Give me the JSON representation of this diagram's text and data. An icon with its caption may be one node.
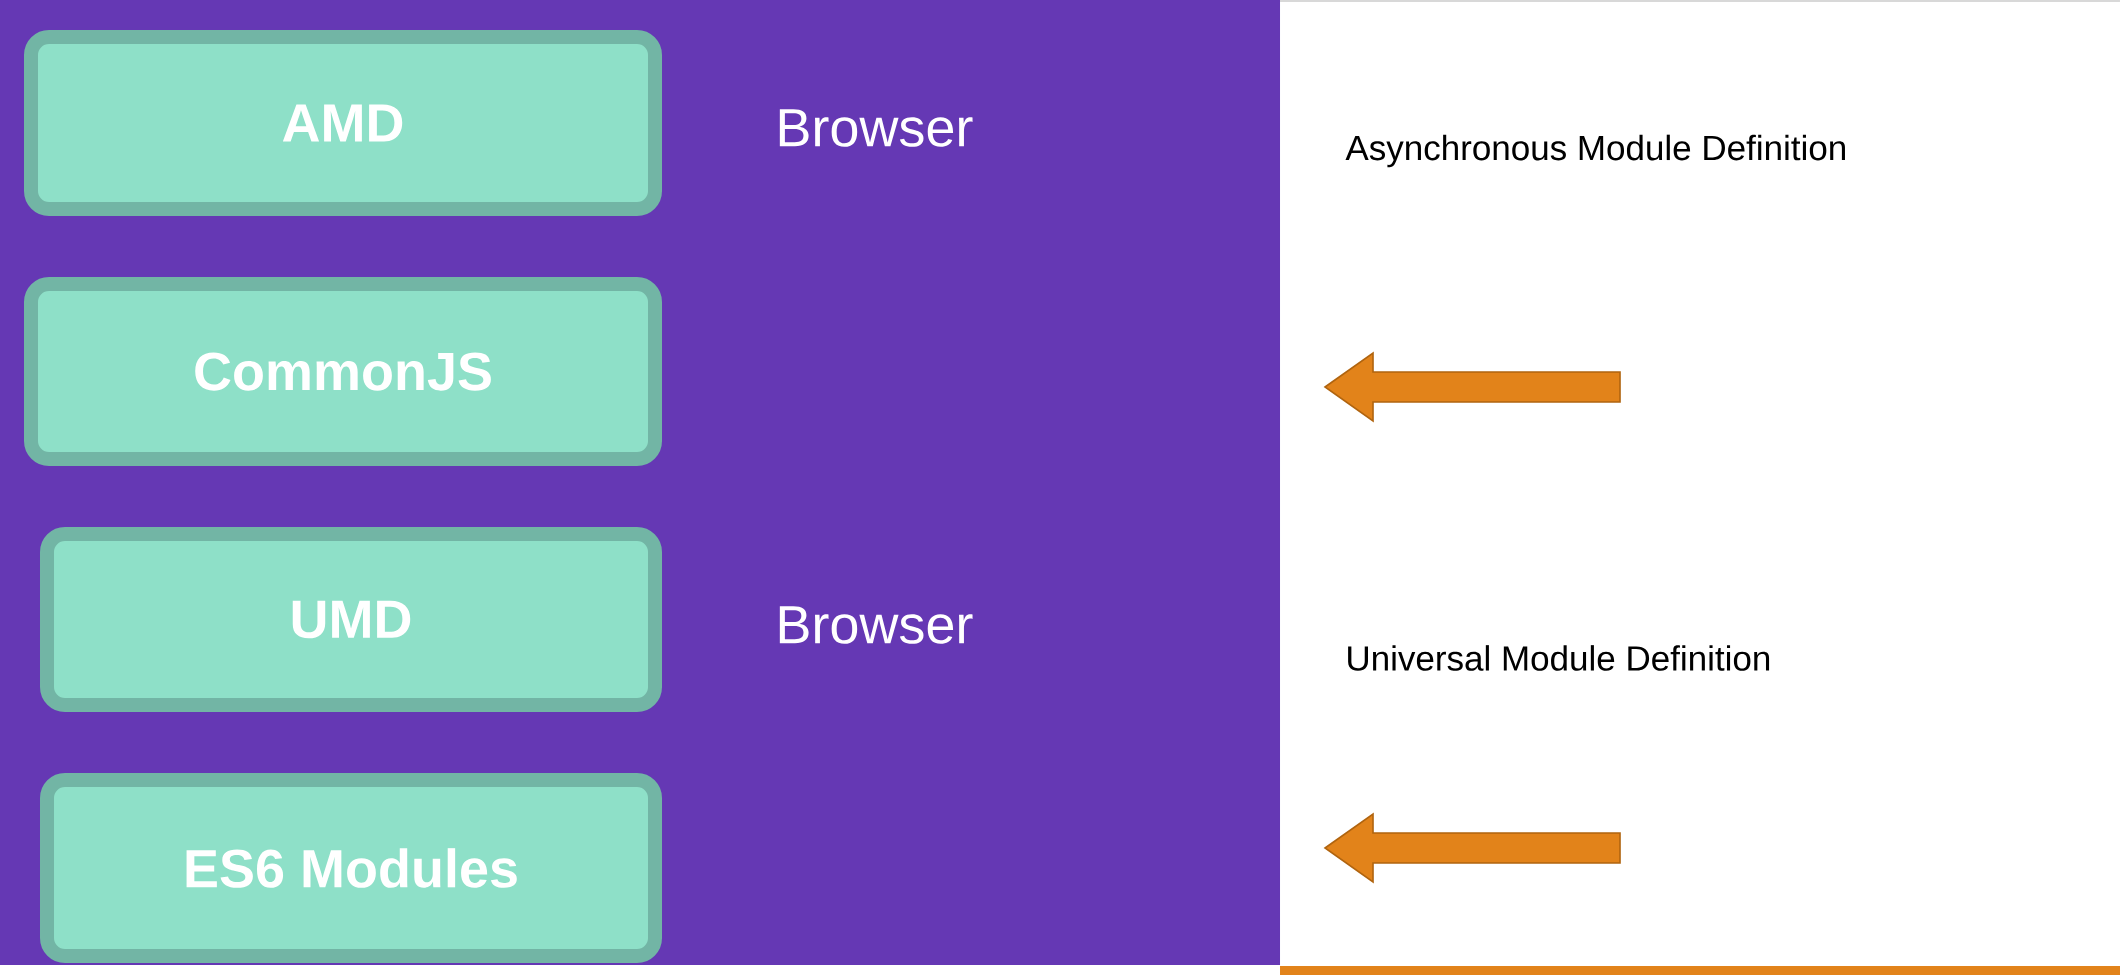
{
  "diagram": {
    "nodes": [
      {
        "text": [
          "AMD"
        ]
      },
      {
        "text": [
          "CommonJS"
        ]
      },
      {
        "text": [
          "UMD"
        ]
      },
      {
        "text": [
          "ES6 Modules"
        ]
      }
    ],
    "labels": [
      "Browser",
      "Asynchronous Module Definition",
      "Browser",
      "Universal Module Definition"
    ]
  }
}
